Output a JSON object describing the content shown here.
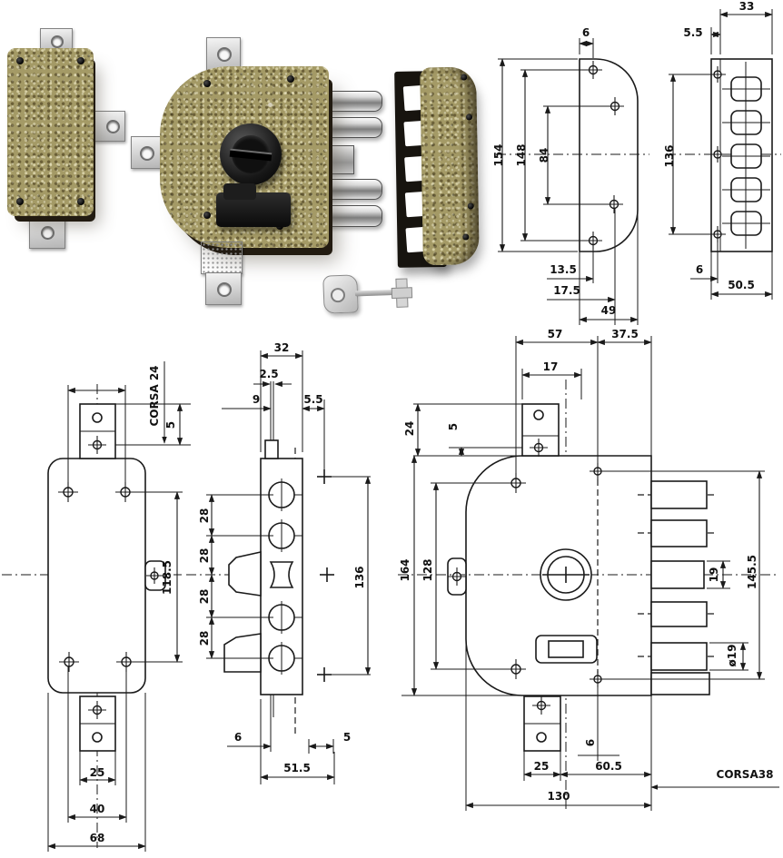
{
  "colors": {
    "background": "#ffffff",
    "drawing_line": "#1a1a1a",
    "body_finish": "#a49a66",
    "body_edge_dark": "#221b11",
    "chrome": "#c9c9c9",
    "tab_silver": "#d6d6d6",
    "black_part": "#151515"
  },
  "drawings": {
    "back_plate": {
      "hole_offset_top": "6",
      "height": "154",
      "outer_hole_spacing": "148",
      "inner_hole_spacing": "84",
      "offset_a": "13.5",
      "offset_b": "17.5",
      "width": "49"
    },
    "strike_plate": {
      "face_width": "33",
      "flange_offset": "5.5",
      "hole_spacing": "136",
      "hole_offset": "6",
      "total_width": "50.5"
    },
    "back_view": {
      "stroke_label": "CORSA 24",
      "tab_hole_offset": "5",
      "hole_spacing": "118.5",
      "tab_width": "25",
      "hole_span": "40",
      "body_width": "68"
    },
    "faceplate_section": {
      "top_width": "32",
      "rod_offset": "2.5",
      "left_offset": "9",
      "right_offset": "5.5",
      "pitch_a": "28",
      "pitch_b": "28",
      "pitch_c": "28",
      "pitch_d": "28",
      "hole_spacing": "136",
      "bottom_offset_left": "6",
      "bottom_offset_right": "5",
      "plate_width": "51.5"
    },
    "front_view": {
      "width_left": "57",
      "width_right": "37.5",
      "tab_hole_span": "17",
      "tab_height": "24",
      "tab_hole_offset": "5",
      "height": "164",
      "hole_spacing": "128",
      "bolt_diameter": "19",
      "bolt_span": "145.5",
      "bolt_diameter_label": "ø19",
      "hole_offset": "6",
      "tab_width": "25",
      "latch_offset": "60.5",
      "stroke_label": "CORSA38",
      "body_width": "130"
    }
  }
}
